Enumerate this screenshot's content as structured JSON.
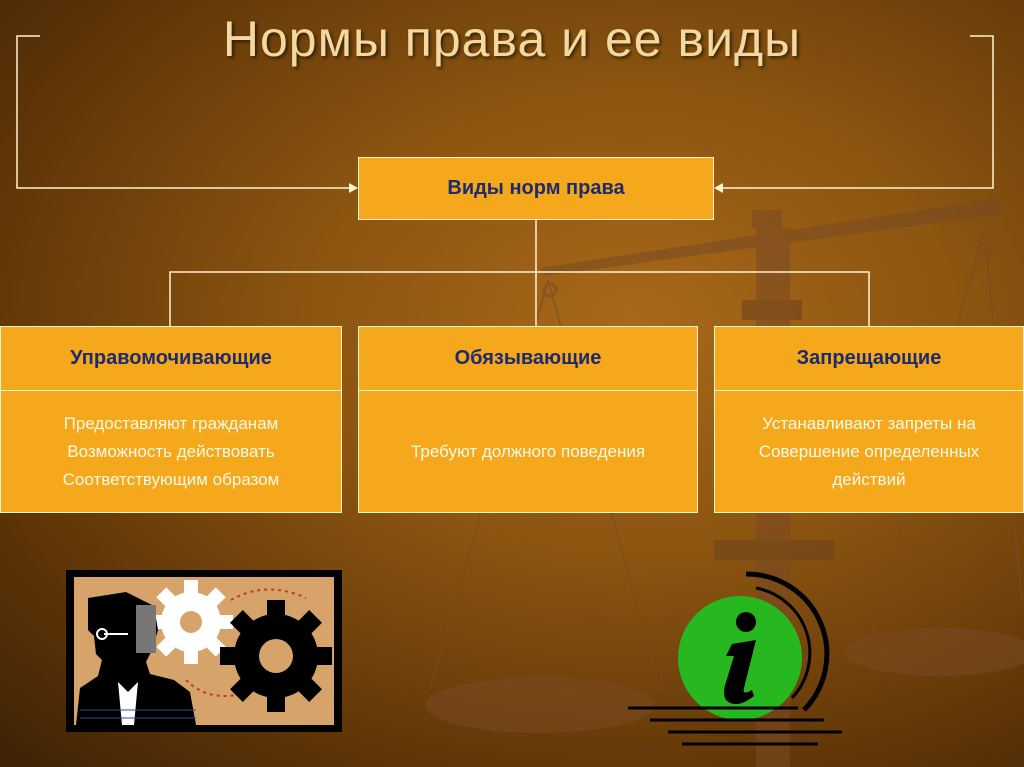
{
  "slide": {
    "title": "Нормы права и ее виды"
  },
  "diagram": {
    "root": "Виды норм права",
    "categories": [
      {
        "name": "Управомочивающие",
        "description": "Предоставляют гражданам\nВозможность действовать\nСоответствующим образом"
      },
      {
        "name": "Обязывающие",
        "description": "Требуют должного поведения"
      },
      {
        "name": "Запрещающие",
        "description": "Устанавливают запреты на\nСовершение определенных\nдействий"
      }
    ]
  },
  "icons": {
    "clip_art": "businessman-gears-icon",
    "info": "info-icon"
  },
  "colors": {
    "box_fill": "#f6a81c",
    "box_heading_text": "#1d2a6b",
    "box_body_text": "#fff8e6",
    "title_text": "#f3d9a0",
    "info_green": "#27b81f"
  }
}
